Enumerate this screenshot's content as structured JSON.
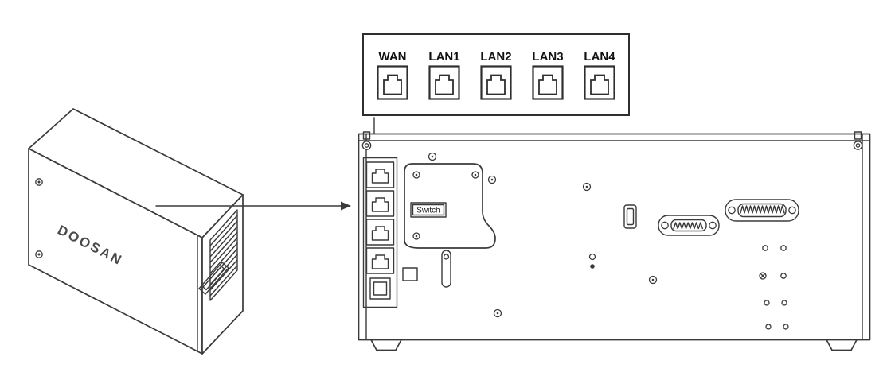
{
  "page": {
    "background_color": "#ffffff",
    "line_color": "#3a3a3a"
  },
  "callout": {
    "ports": [
      {
        "label": "WAN"
      },
      {
        "label": "LAN1"
      },
      {
        "label": "LAN2"
      },
      {
        "label": "LAN3"
      },
      {
        "label": "LAN4"
      }
    ]
  },
  "rear_panel": {
    "switch_label": "Switch"
  },
  "device": {
    "brand": "DOOSAN"
  }
}
